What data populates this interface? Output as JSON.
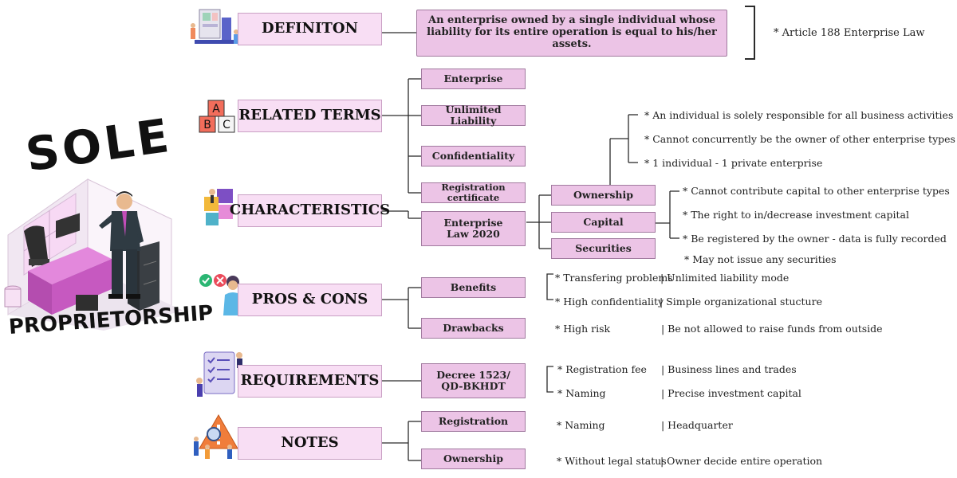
{
  "colors": {
    "box_fill": "#ecc4e6",
    "box_border": "#a17a9f",
    "category_fill": "#f8def4",
    "line": "#2b2b2b"
  },
  "title": {
    "line1": "SOLE",
    "line2": "PROPRIETORSHIP"
  },
  "definition": {
    "label": "DEFINITON",
    "text": "An enterprise owned by a single individual whose liability for its entire operation is equal to his/her assets.",
    "reference": "* Article 188 Enterprise Law"
  },
  "related_terms": {
    "label": "RELATED TERMS",
    "items": [
      "Enterprise",
      "Unlimited Liability",
      "Confidentiality",
      "Registration certificate"
    ]
  },
  "characteristics": {
    "label": "CHARACTERISTICS",
    "law": "Enterprise Law 2020",
    "items": [
      "Ownership",
      "Capital",
      "Securities"
    ],
    "ownership_notes": [
      "* An individual is solely responsible for all business activities",
      "* Cannot concurrently be the owner of other enterprise types",
      "* 1 individual - 1 private enterprise"
    ],
    "capital_notes": [
      "* Cannot contribute capital to other enterprise types",
      "* The right to in/decrease investment capital",
      "* Be registered by the owner - data is fully recorded"
    ],
    "securities_note": "* May not issue any securities"
  },
  "pros_cons": {
    "label": "PROS & CONS",
    "items": [
      "Benefits",
      "Drawbacks"
    ],
    "benefits": [
      {
        "left": "* Transfering problems",
        "right": "| Unlimited liability mode"
      },
      {
        "left": "* High confidentiality",
        "right": "| Simple organizational stucture"
      }
    ],
    "drawbacks": {
      "left": "* High risk",
      "right": "| Be not allowed to raise funds from outside"
    }
  },
  "requirements": {
    "label": "REQUIREMENTS",
    "decree": "Decree 1523/ QD-BKHDT",
    "rows": [
      {
        "left": "* Registration fee",
        "right": "| Business lines and trades"
      },
      {
        "left": "* Naming",
        "right": "| Precise investment capital"
      }
    ]
  },
  "notes": {
    "label": "NOTES",
    "items": [
      "Registration",
      "Ownership"
    ],
    "registration": {
      "left": "* Naming",
      "right": "| Headquarter"
    },
    "ownership": {
      "left": "* Without legal status",
      "right": "| Owner decide entire operation"
    }
  },
  "icons": {
    "definition": "books-people-icon",
    "related_terms": "abc-blocks-icon",
    "characteristics": "puzzle-icon",
    "pros_cons": "check-cross-person-icon",
    "requirements": "checklist-icon",
    "notes": "warning-team-icon",
    "hero": "businessman-office-illustration"
  }
}
